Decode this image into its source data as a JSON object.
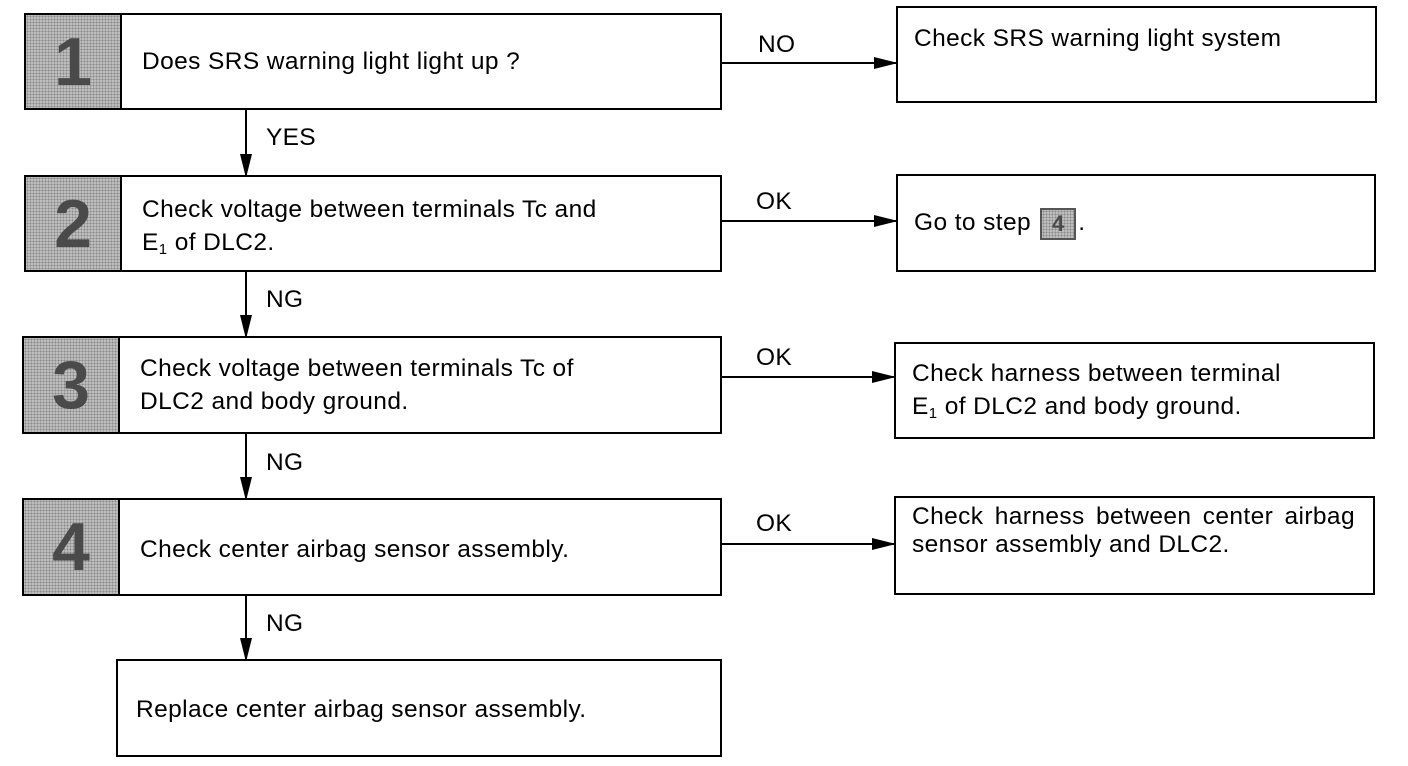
{
  "steps": [
    {
      "num": "1",
      "text": "Does SRS warning light light up ?"
    },
    {
      "num": "2",
      "text_a": "Check voltage between terminals Tc and",
      "text_b_pre": "E",
      "text_b_sub": "1",
      "text_b_post": " of DLC2."
    },
    {
      "num": "3",
      "text_a": "Check voltage between terminals Tc of",
      "text_b": "DLC2 and body ground."
    },
    {
      "num": "4",
      "text": "Check center airbag sensor assembly."
    }
  ],
  "final": {
    "text": "Replace center airbag sensor assembly."
  },
  "results": [
    {
      "text": "Check SRS warning light system"
    },
    {
      "text_pre": "Go to step",
      "step_ref": "4",
      "text_post": "."
    },
    {
      "text_a": "Check harness between terminal",
      "text_b_pre": "E",
      "text_b_sub": "1",
      "text_b_post": " of DLC2 and body ground."
    },
    {
      "text": "Check harness between center airbag sensor assembly and DLC2."
    }
  ],
  "labels": {
    "no": "NO",
    "yes": "YES",
    "ok2": "OK",
    "ng2": "NG",
    "ok3": "OK",
    "ng3": "NG",
    "ok4": "OK",
    "ng4": "NG"
  }
}
